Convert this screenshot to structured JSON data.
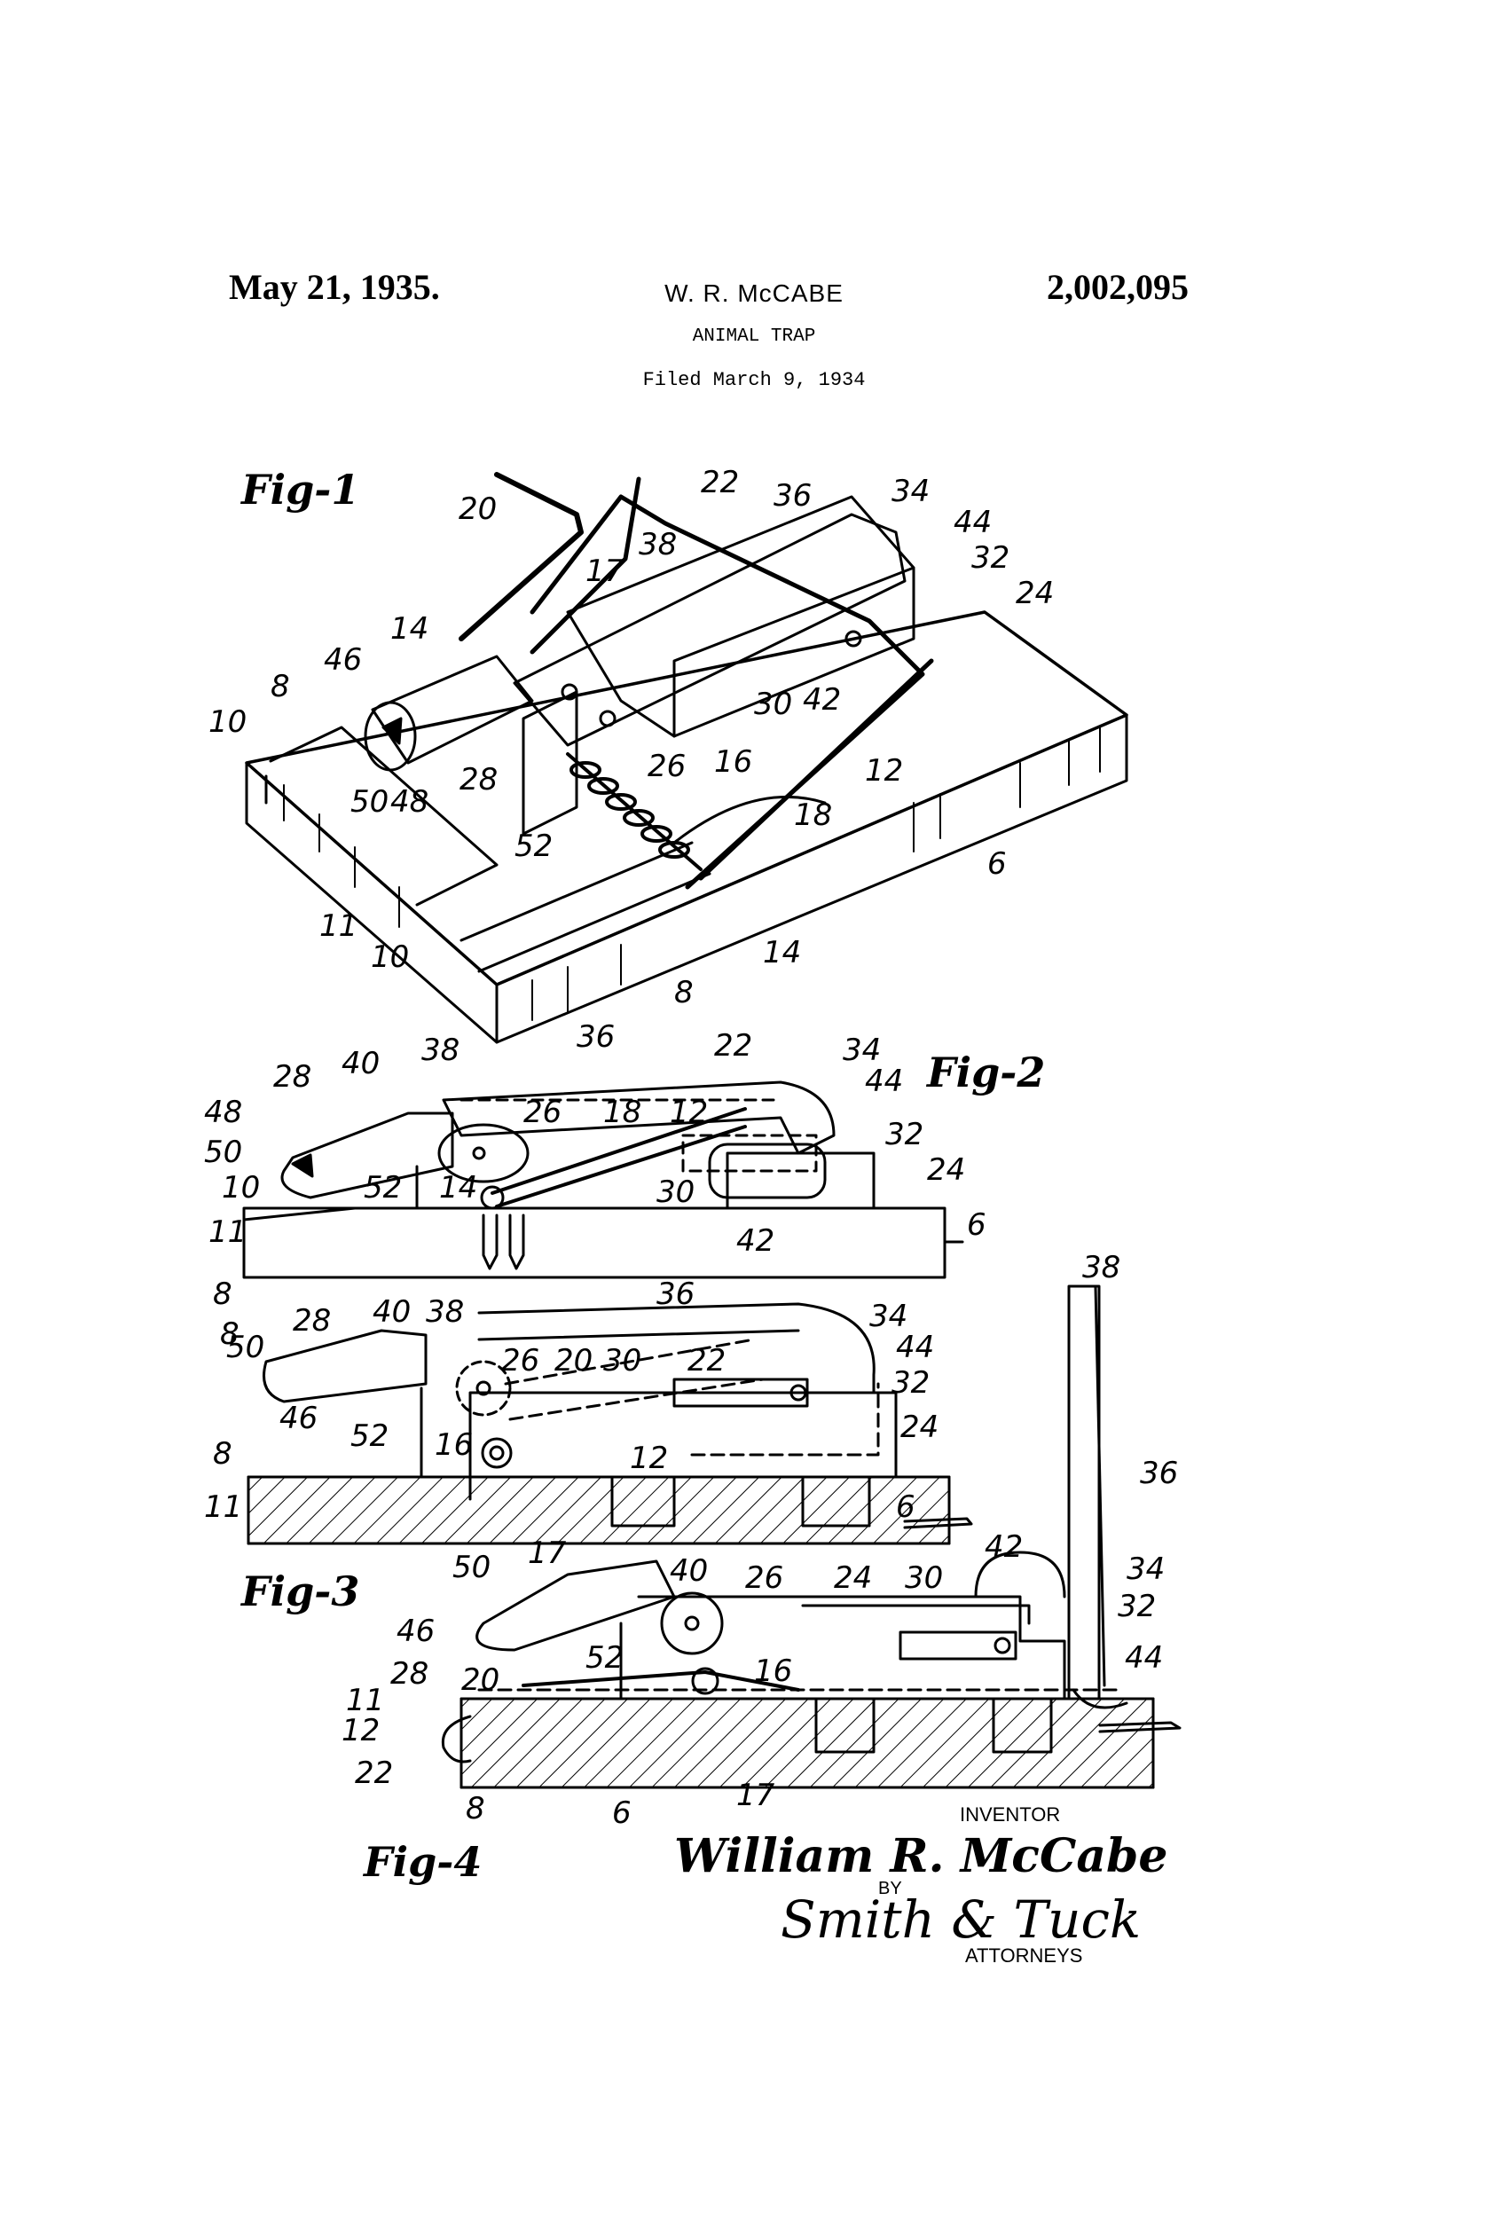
{
  "header": {
    "date": "May 21, 1935.",
    "inventor_short": "W. R. McCABE",
    "patent_number": "2,002,095",
    "title": "ANIMAL TRAP",
    "filed": "Filed March 9, 1934"
  },
  "figures": {
    "fig1": "Fig-1",
    "fig2": "Fig-2",
    "fig3": "Fig-3",
    "fig4": "Fig-4"
  },
  "labels": {
    "l6": "6",
    "l8": "8",
    "l10": "10",
    "l11": "11",
    "l12": "12",
    "l14": "14",
    "l16": "16",
    "l17": "17",
    "l18": "18",
    "l20": "20",
    "l22": "22",
    "l24": "24",
    "l26": "26",
    "l28": "28",
    "l30": "30",
    "l32": "32",
    "l34": "34",
    "l36": "36",
    "l38": "38",
    "l40": "40",
    "l42": "42",
    "l44": "44",
    "l46": "46",
    "l48": "48",
    "l50": "50",
    "l52": "52"
  },
  "signature": {
    "inventor_caption": "INVENTOR",
    "inventor_name": "William R. McCabe",
    "by": "BY",
    "attorney_name": "Smith & Tuck",
    "attorneys_caption": "ATTORNEYS"
  }
}
